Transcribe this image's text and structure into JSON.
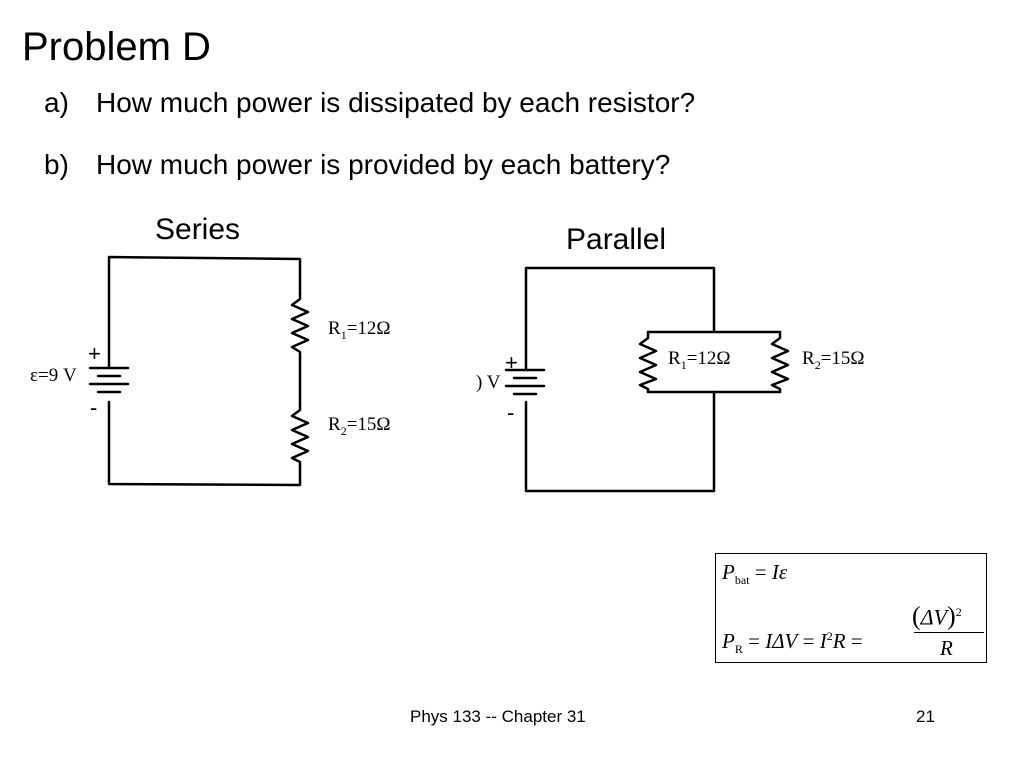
{
  "slide": {
    "title": "Problem D",
    "questions": [
      {
        "label": "a)",
        "text": "How much power is dissipated by each resistor?"
      },
      {
        "label": "b)",
        "text": "How much power is provided by each battery?"
      }
    ]
  },
  "series_circuit": {
    "title": "Series",
    "battery_label": "ε=9 V",
    "plus": "+",
    "minus": "-",
    "r1": {
      "symbol": "R",
      "sub": "1",
      "value": "=12Ω"
    },
    "r2": {
      "symbol": "R",
      "sub": "2",
      "value": "=15Ω"
    }
  },
  "parallel_circuit": {
    "title": "Parallel",
    "battery_label": ") V",
    "plus": "+",
    "minus": "-",
    "r1": {
      "symbol": "R",
      "sub": "1",
      "value": "=12Ω"
    },
    "r2": {
      "symbol": "R",
      "sub": "2",
      "value": "=15Ω"
    }
  },
  "formulas": {
    "pbat": {
      "P": "P",
      "sub": "bat",
      "rhs": " = ",
      "I": "I",
      "eps": "ε"
    },
    "pr": {
      "P": "P",
      "sub": "R",
      "eq1": " = ",
      "I1": "I",
      "dV": "ΔV",
      "eq2": " = ",
      "I2": "I",
      "sq": "2",
      "R1": "R",
      "eq3": " =",
      "num_open": "(",
      "num_dv": "ΔV",
      "num_close": ")",
      "num_sq": "2",
      "den": "R"
    }
  },
  "footer": {
    "text": "Phys 133 -- Chapter 31",
    "page": "21"
  }
}
